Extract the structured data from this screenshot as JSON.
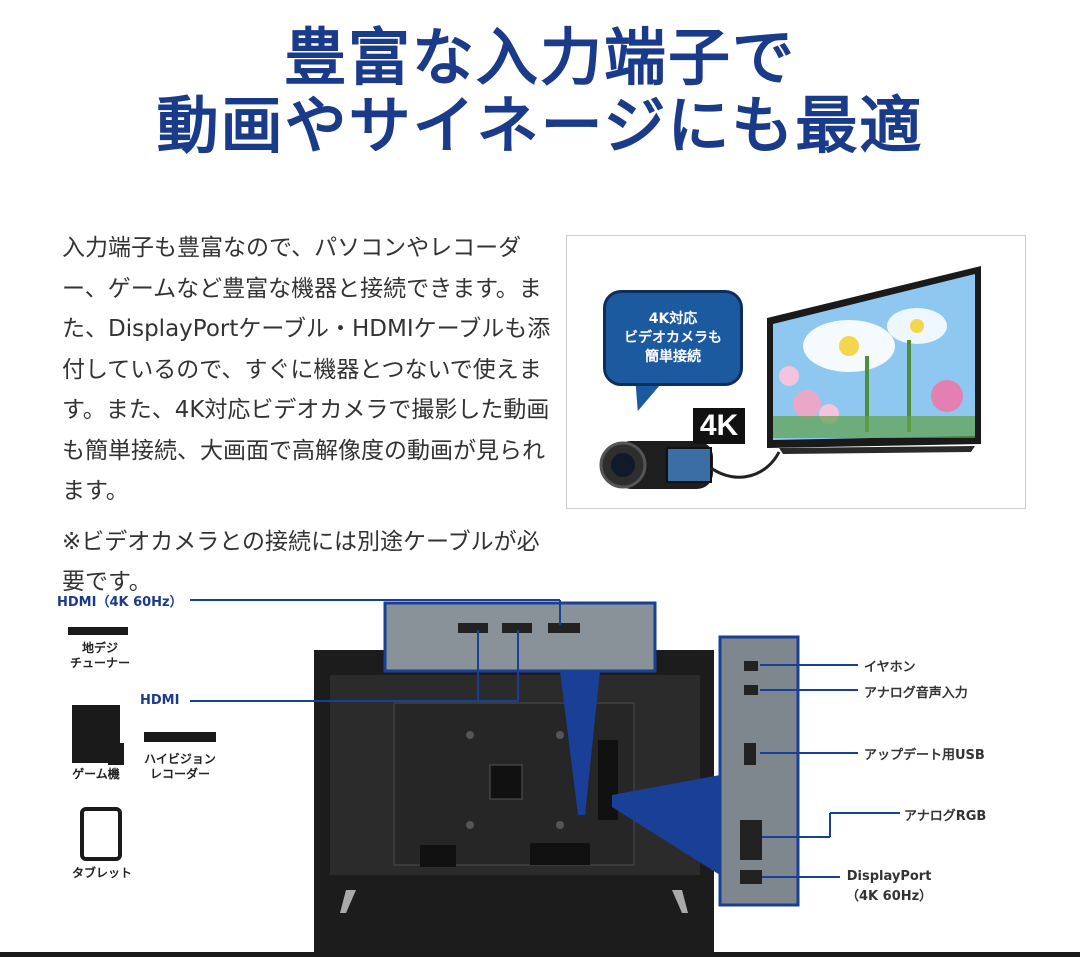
{
  "title": {
    "line1": "豊富な入力端子で",
    "line2": "動画やサイネージにも最適"
  },
  "description": {
    "paragraph": "入力端子も豊富なので、パソコンやレコーダー、ゲームなど豊富な機器と接続できます。また、DisplayPortケーブル・HDMIケーブルも添付しているので、すぐに機器とつないで使えます。また、4K対応ビデオカメラで撮影した動画も簡単接続、大画面で高解像度の動画が見られます。",
    "note": "※ビデオカメラとの接続には別途ケーブルが必要です。"
  },
  "photo": {
    "bubble_line1": "4K対応",
    "bubble_line2": "ビデオカメラも",
    "bubble_line3": "簡単接続",
    "badge": "4K"
  },
  "diagram": {
    "left_labels": {
      "hdmi_4k": "HDMI（4K 60Hz）",
      "hdmi": "HDMI"
    },
    "devices": {
      "tuner_line1": "地デジ",
      "tuner_line2": "チューナー",
      "game": "ゲーム機",
      "recorder_line1": "ハイビジョン",
      "recorder_line2": "レコーダー",
      "tablet": "タブレット"
    },
    "right_labels": {
      "earphone": "イヤホン",
      "analog_audio": "アナログ音声入力",
      "usb": "アップデート用USB",
      "analog_rgb": "アナログRGB",
      "displayport_line1": "DisplayPort",
      "displayport_line2": "（4K 60Hz）"
    }
  },
  "colors": {
    "title": "#1a3a8a",
    "accent_blue": "#1a3f96",
    "bubble": "#1c5aa0"
  }
}
